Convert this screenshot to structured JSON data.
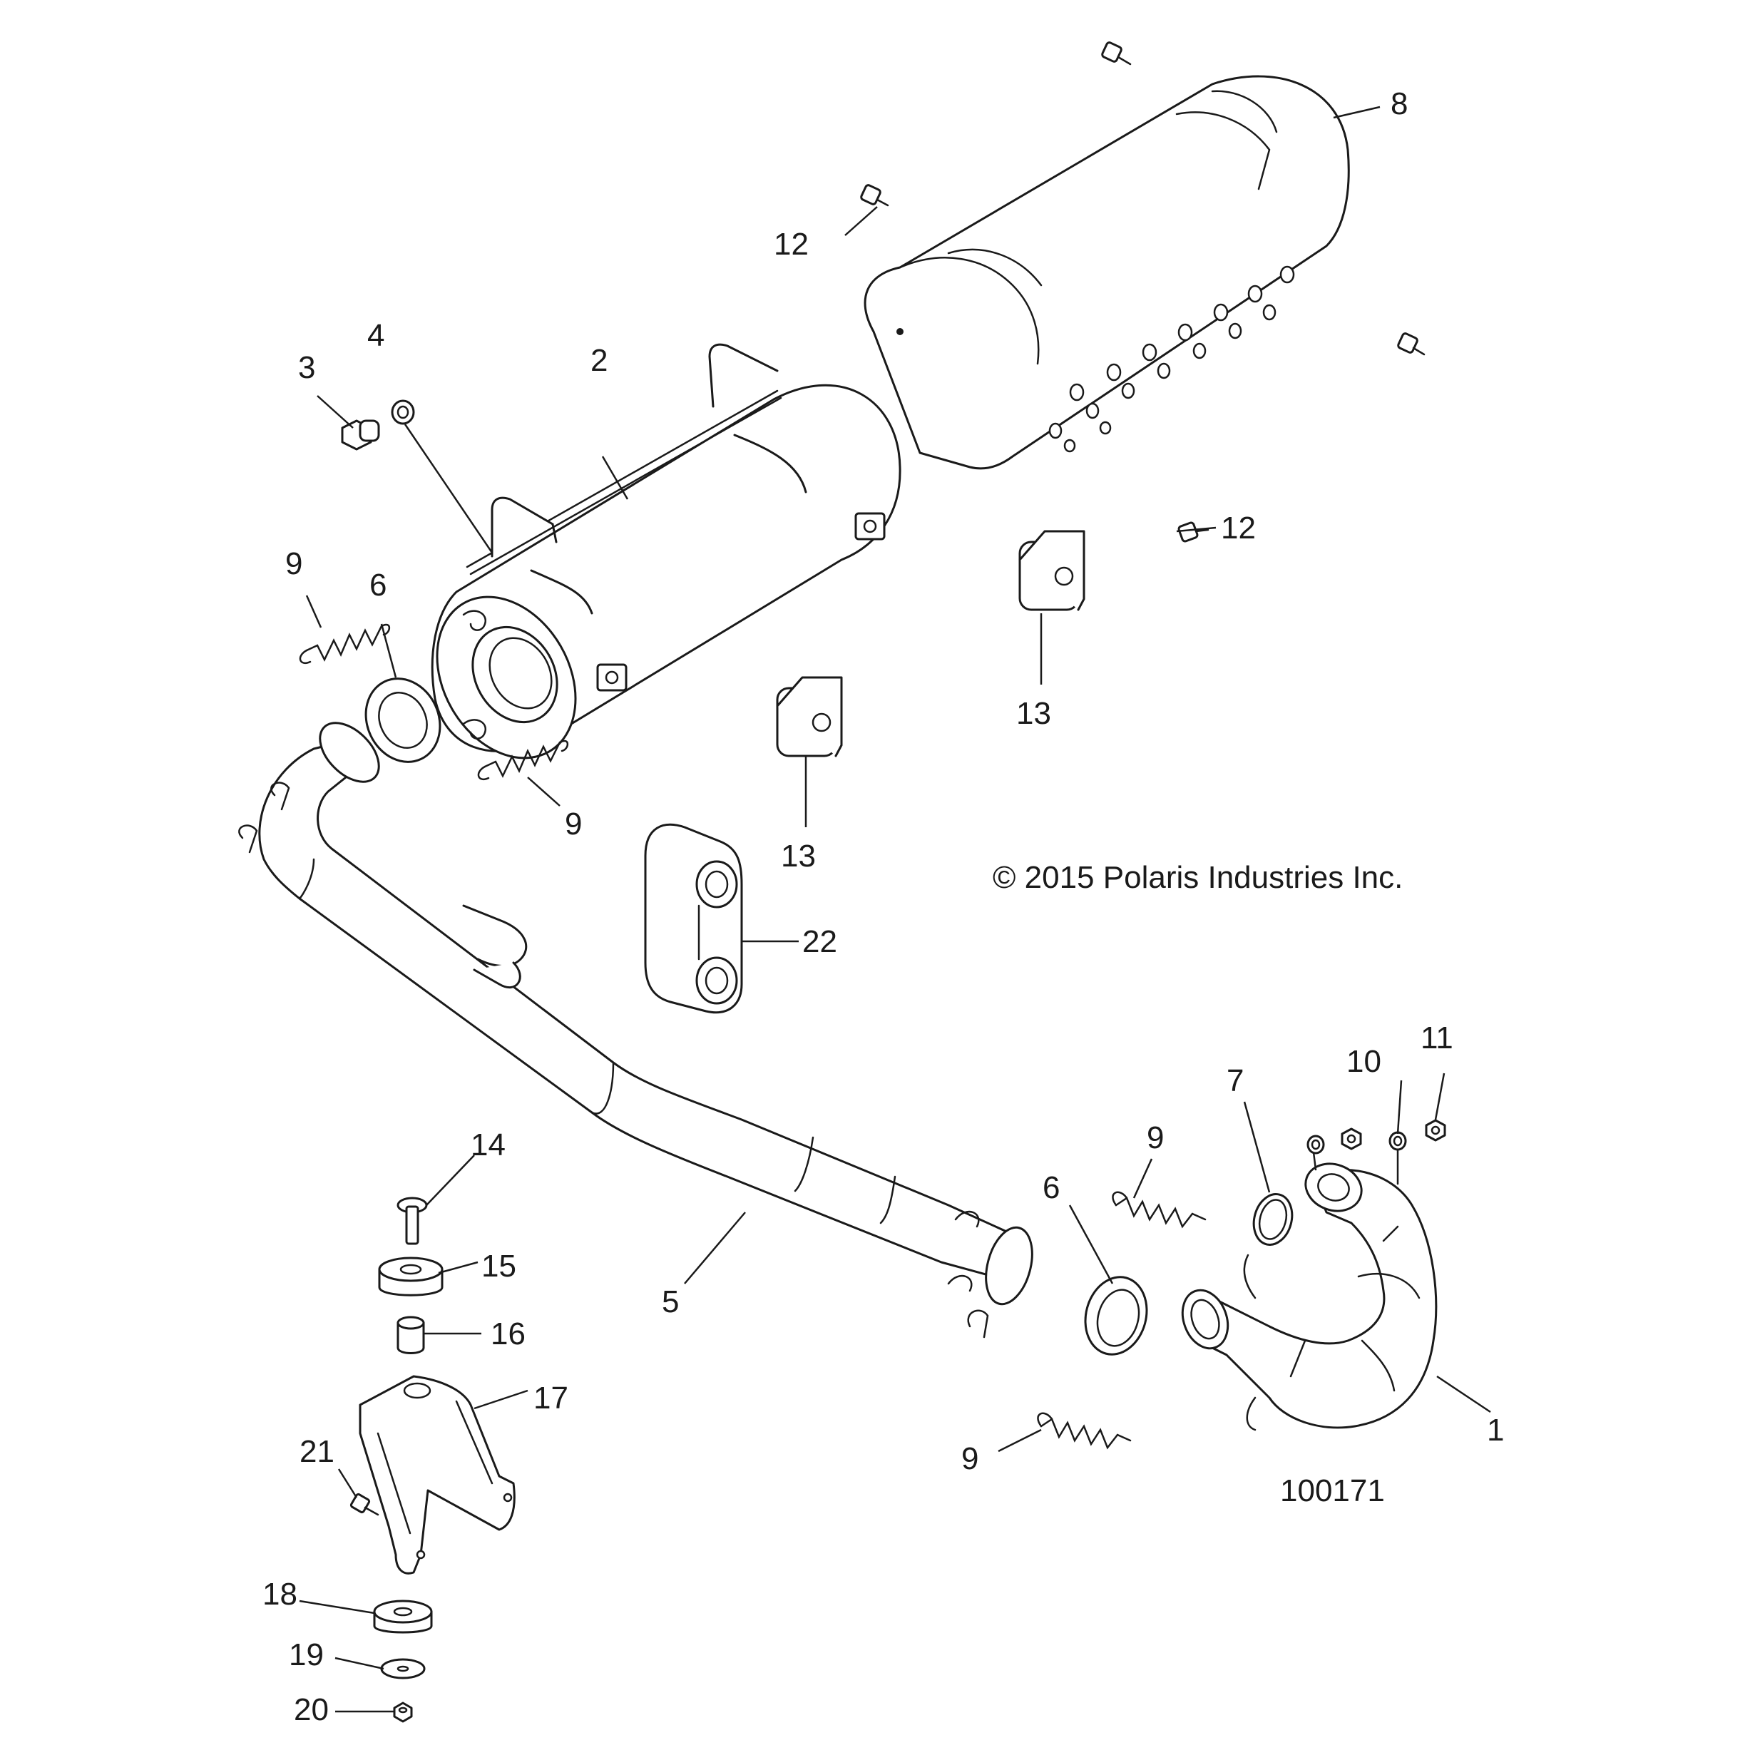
{
  "copyright": "© 2015 Polaris Industries Inc.",
  "figure_id": "100171",
  "callouts": {
    "c1": "1",
    "c2": "2",
    "c3": "3",
    "c4": "4",
    "c5": "5",
    "c6a": "6",
    "c6b": "6",
    "c7": "7",
    "c8": "8",
    "c9a": "9",
    "c9b": "9",
    "c9c": "9",
    "c9d": "9",
    "c10": "10",
    "c11": "11",
    "c12a": "12",
    "c12b": "12",
    "c13a": "13",
    "c13b": "13",
    "c14": "14",
    "c15": "15",
    "c16": "16",
    "c17": "17",
    "c18": "18",
    "c19": "19",
    "c20": "20",
    "c21": "21",
    "c22": "22"
  }
}
